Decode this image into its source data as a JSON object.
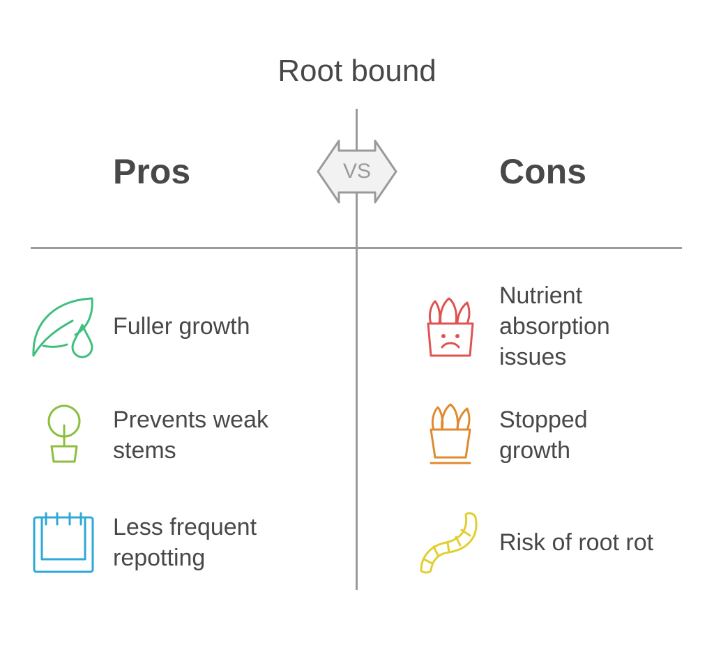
{
  "title": "Root bound",
  "vs_label": "VS",
  "pros": {
    "heading": "Pros",
    "items": [
      {
        "text": "Fuller growth",
        "icon": "leaf-droplet-icon",
        "color": "#3fbf7f"
      },
      {
        "text": "Prevents weak\nstems",
        "icon": "potted-tree-icon",
        "color": "#8cbf3f"
      },
      {
        "text": "Less frequent\nrepotting",
        "icon": "calendar-icon",
        "color": "#2fa8d8"
      }
    ]
  },
  "cons": {
    "heading": "Cons",
    "items": [
      {
        "text": "Nutrient\nabsorption\nissues",
        "icon": "sad-plant-pot-icon",
        "color": "#e05252"
      },
      {
        "text": "Stopped\ngrowth",
        "icon": "succulent-pot-icon",
        "color": "#e08a2f"
      },
      {
        "text": "Risk of root rot",
        "icon": "worm-icon",
        "color": "#e0d02f"
      }
    ]
  }
}
